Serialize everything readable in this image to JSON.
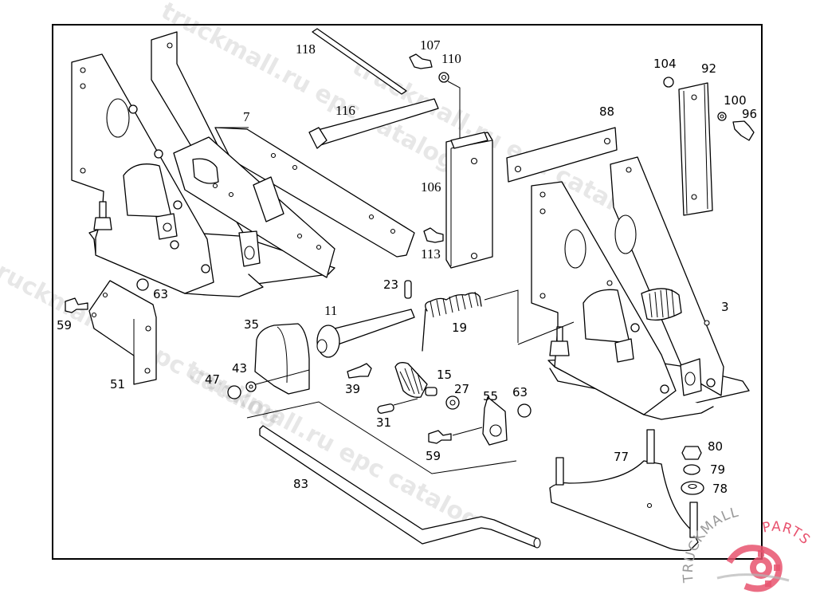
{
  "diagram": {
    "title": "Pedal bracket assembly exploded parts view",
    "callouts": {
      "p3": "3",
      "p7": "7",
      "p11": "11",
      "p15": "15",
      "p19": "19",
      "p23": "23",
      "p27": "27",
      "p31": "31",
      "p35": "35",
      "p39": "39",
      "p43": "43",
      "p47": "47",
      "p51": "51",
      "p55": "55",
      "p59a": "59",
      "p59b": "59",
      "p63a": "63",
      "p63b": "63",
      "p77": "77",
      "p78": "78",
      "p79": "79",
      "p80": "80",
      "p83": "83",
      "p88": "88",
      "p92": "92",
      "p96": "96",
      "p100": "100",
      "p104": "104",
      "p106": "106",
      "p107": "107",
      "p110": "110",
      "p113": "113",
      "p116": "116",
      "p118": "118"
    }
  },
  "watermark": {
    "text_1": "truckmall.ru epc catalog",
    "text_2": "truckmall.ru epc catalog",
    "text_3": "truckmall.ru epc catalog",
    "text_4": "truckmall.ru epc catalog"
  },
  "logo": {
    "text_truckmall": "TRUCKMALL",
    "text_parts": "PARTS",
    "brand_color": "#e8536f",
    "gray_color": "#9a9a9a"
  }
}
